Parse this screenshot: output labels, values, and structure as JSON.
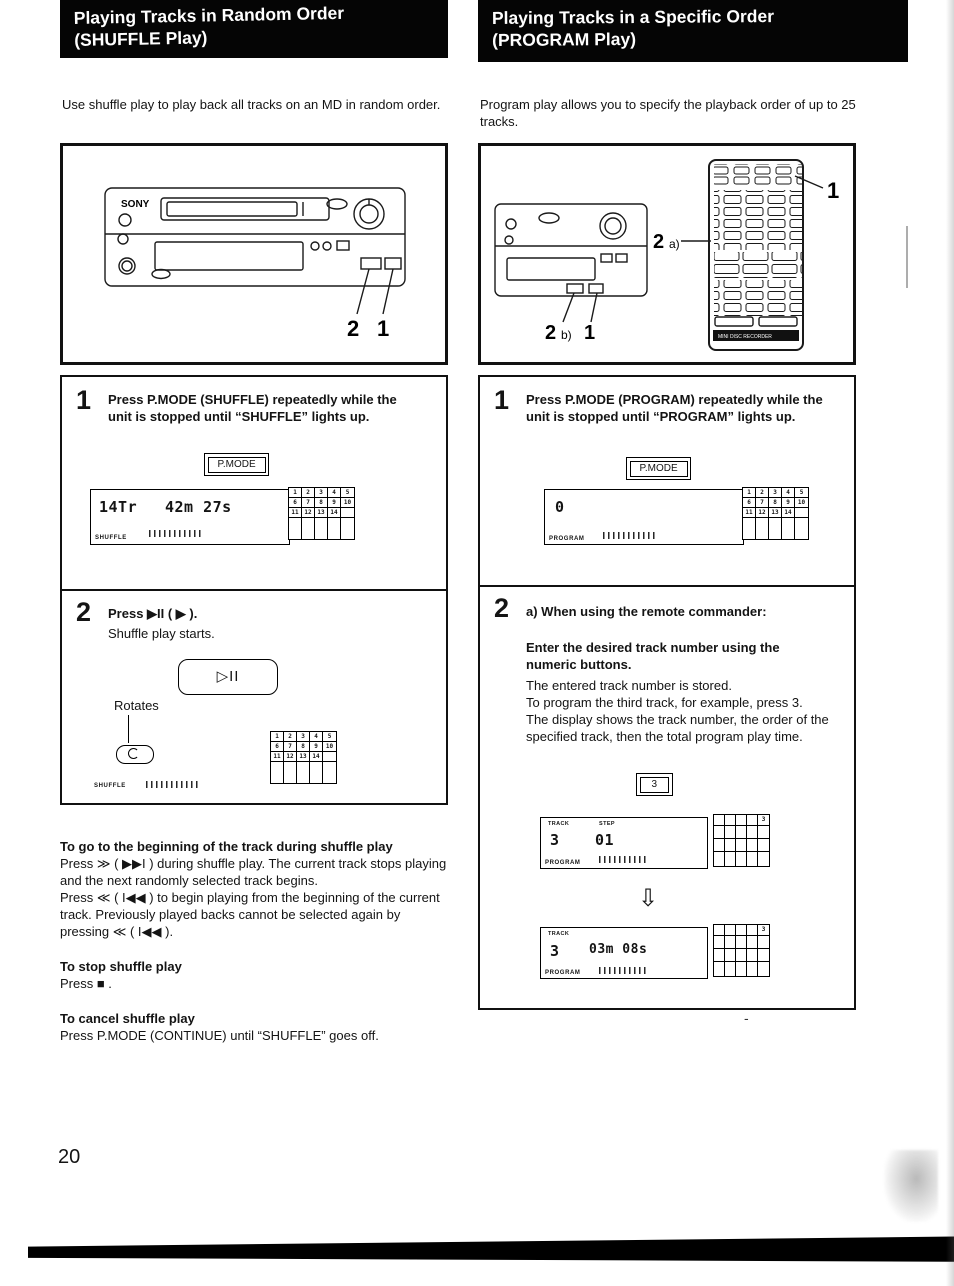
{
  "page": {
    "number": "20",
    "stray_mark": "-"
  },
  "icons": {
    "down_arrow": "⇩"
  },
  "grids": {
    "full": [
      "1",
      "2",
      "3",
      "4",
      "5",
      "6",
      "7",
      "8",
      "9",
      "10",
      "11",
      "12",
      "13",
      "14",
      "",
      "",
      "",
      "",
      "",
      ""
    ],
    "three": [
      "",
      "",
      "",
      "",
      "3",
      "",
      "",
      "",
      "",
      "",
      "",
      "",
      "",
      "",
      "",
      "",
      "",
      "",
      "",
      ""
    ]
  },
  "left": {
    "header": {
      "line1": "Playing Tracks in Random Order",
      "line2": "(SHUFFLE Play)"
    },
    "intro": "Use shuffle play to play back all tracks on an MD in random order.",
    "figure": {
      "brand": "SONY",
      "callout_2": "2",
      "callout_1": "1"
    },
    "step1": {
      "number": "1",
      "text": "Press P.MODE (SHUFFLE) repeatedly while the unit is stopped until “SHUFFLE” lights up.",
      "button_label": "P.MODE",
      "display": {
        "track": "14Tr",
        "time": "42m 27s",
        "mode": "SHUFFLE"
      }
    },
    "step2": {
      "number": "2",
      "text": "Press ▶II ( ▶ ).",
      "subtext": "Shuffle play starts.",
      "button_label": "▷II",
      "rotates_label": "Rotates",
      "display": {
        "mode": "SHUFFLE"
      }
    },
    "tips": [
      {
        "title": "To go to the beginning of the track during shuffle play",
        "lines": [
          "Press ≫ ( ▶▶I ) during shuffle play. The current track stops playing and the next randomly selected track begins.",
          "Press ≪ ( I◀◀ ) to begin playing from the beginning of the current track. Previously played backs cannot be selected again by pressing ≪ ( I◀◀ )."
        ]
      },
      {
        "title": "To stop shuffle play",
        "lines": [
          "Press ■ ."
        ]
      },
      {
        "title": "To cancel shuffle play",
        "lines": [
          "Press P.MODE (CONTINUE) until “SHUFFLE” goes off."
        ]
      }
    ]
  },
  "right": {
    "header": {
      "line1": "Playing Tracks in a Specific Order",
      "line2": "(PROGRAM Play)"
    },
    "intro": "Program play allows you to specify the playback order of up to 25 tracks.",
    "figure": {
      "callout_1": "1",
      "callout_2a": {
        "num": "2",
        "suffix": "a)"
      },
      "callout_2b": {
        "num": "2",
        "suffix": "b)",
        "extra": "1"
      },
      "remote_caption": "MINI DISC RECORDER"
    },
    "step1": {
      "number": "1",
      "text": "Press P.MODE (PROGRAM) repeatedly while the unit is stopped until “PROGRAM” lights up.",
      "button_label": "P.MODE",
      "display": {
        "value": "0",
        "mode": "PROGRAM"
      }
    },
    "step2": {
      "number": "2",
      "heading": "a) When using the remote commander:",
      "subheading": "Enter the desired track number using the numeric buttons.",
      "body": [
        "The entered track number is stored.",
        "To program the third track, for example, press 3.",
        "The display shows the track number, the order of the specified track, then the total program play time."
      ],
      "button_label": "3",
      "display_a": {
        "track_label": "TRACK",
        "step_label": "STEP",
        "track": "3",
        "step": "01",
        "mode": "PROGRAM"
      },
      "display_b": {
        "track_label": "TRACK",
        "track": "3",
        "time": "03m 08s",
        "mode": "PROGRAM"
      }
    }
  }
}
